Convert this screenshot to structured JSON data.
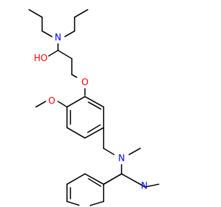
{
  "molecule": {
    "atoms": {
      "n_amine": {
        "label": "N",
        "color": "#0000ff"
      },
      "oh": {
        "label": "HO",
        "color": "#ff0000"
      },
      "o_ether": {
        "label": "O",
        "color": "#ff0000"
      },
      "o_methoxy": {
        "label": "O",
        "color": "#ff0000"
      },
      "n_benzyl": {
        "label": "N",
        "color": "#0000ff"
      },
      "n_pyridine": {
        "label": "N",
        "color": "#0000ff"
      }
    },
    "bond_color": "#000000"
  }
}
